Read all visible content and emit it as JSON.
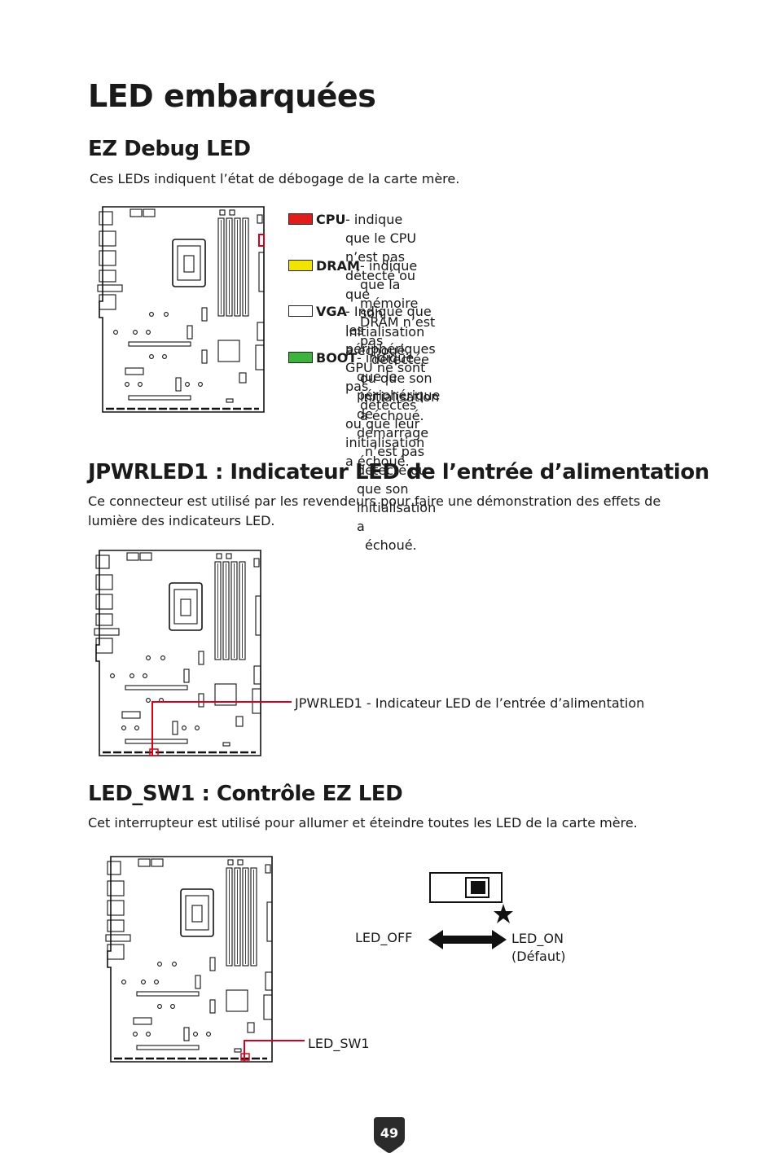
{
  "page": {
    "title": "LED embarquées",
    "page_number": "49"
  },
  "ez_debug": {
    "heading": "EZ Debug LED",
    "intro": "Ces LEDs indiquent l’état de débogage de la carte mère.",
    "items": [
      {
        "name": "CPU",
        "color": "#e21b1b",
        "desc_line1": "- indique que le CPU n’est pas détecté ou que",
        "desc_line2": "son initialisation a échoué."
      },
      {
        "name": "DRAM",
        "color": "#f1e400",
        "desc_line1": "- indique que la mémoire DRAM n’est pas",
        "desc_line2": "détectée ou que son initialisation a échoué."
      },
      {
        "name": "VGA",
        "color": "#ffffff",
        "desc_line1": "- Indique que les périphériques GPU ne sont pas",
        "desc_line2": "détectés ou que leur initialisation a échoué."
      },
      {
        "name": "BOOT",
        "color": "#3cb43c",
        "desc_line1": "- indique que le périphérique de démarrage",
        "desc_line2": "n’est pas détecté ou que son initialisation a",
        "desc_line3": "échoué."
      }
    ]
  },
  "jpwrled": {
    "heading": "JPWRLED1 : Indicateur LED de l’entrée d’alimentation",
    "intro": "Ce connecteur est utilisé par les revendeurs pour faire une démonstration des effets de lumière des indicateurs LED.",
    "callout": "JPWRLED1 - Indicateur LED de l’entrée d’alimentation"
  },
  "led_sw": {
    "heading": "LED_SW1 : Contrôle EZ LED",
    "intro": "Cet interrupteur est utilisé pour allumer et éteindre toutes les LED de la carte mère.",
    "callout": "LED_SW1",
    "off_label": "LED_OFF",
    "on_label": "LED_ON",
    "default_label": "(Défaut)"
  },
  "colors": {
    "accent_red": "#d6001c",
    "text": "#1a1a1a"
  }
}
